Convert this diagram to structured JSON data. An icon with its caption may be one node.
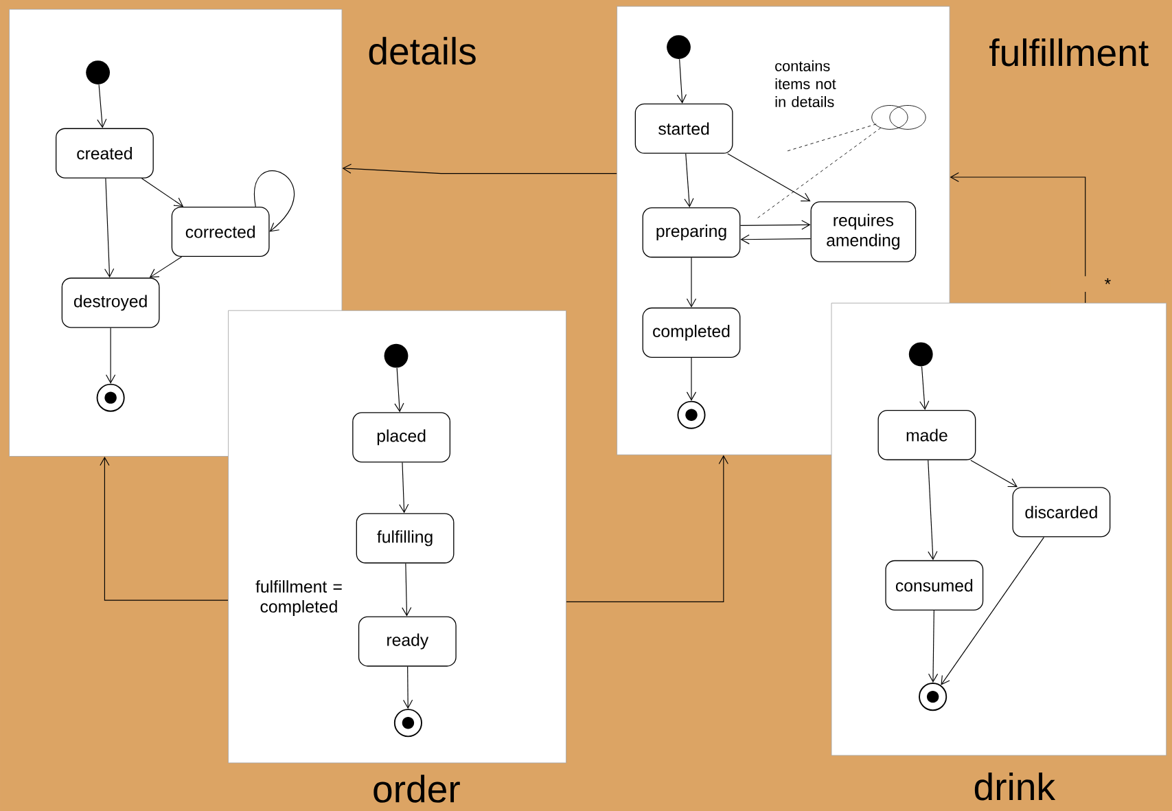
{
  "diagram": {
    "nodes": [
      {
        "text": [
          "details"
        ]
      },
      {
        "text": [],
        "shape": "dot",
        "in": 0
      },
      {
        "text": [
          "created"
        ],
        "in": 0
      },
      {
        "text": [
          "corrected"
        ],
        "in": 0
      },
      {
        "text": [
          "destroyed"
        ],
        "in": 0
      },
      {
        "text": [],
        "shape": "bullseye",
        "in": 0
      },
      {
        "text": [
          "fulfillment"
        ]
      },
      {
        "text": [],
        "shape": "dot",
        "in": 6
      },
      {
        "text": [
          "started"
        ],
        "in": 6
      },
      {
        "text": [
          "preparing"
        ],
        "in": 6
      },
      {
        "text": [
          "requires amending"
        ],
        "in": 6
      },
      {
        "text": [
          "completed"
        ],
        "in": 6
      },
      {
        "text": [],
        "shape": "bullseye",
        "in": 6
      },
      {
        "text": [
          "contains items not in details"
        ],
        "in": 6
      },
      {
        "text": [
          "order"
        ]
      },
      {
        "text": [],
        "shape": "dot",
        "in": 14
      },
      {
        "text": [
          "placed"
        ],
        "in": 14
      },
      {
        "text": [
          "fulfilling"
        ],
        "in": 14
      },
      {
        "text": [
          "ready"
        ],
        "in": 14
      },
      {
        "text": [],
        "shape": "bullseye",
        "in": 14
      },
      {
        "text": [
          "drink"
        ]
      },
      {
        "text": [],
        "shape": "dot"
      },
      {
        "text": [
          "made"
        ],
        "in": 20
      },
      {
        "text": [
          "discarded"
        ],
        "in": 20
      },
      {
        "text": [
          "consumed"
        ],
        "in": 20
      },
      {
        "text": [],
        "shape": "bullseye",
        "in": 20
      }
    ],
    "edges": [
      {
        "from": 1,
        "to": 2,
        "arrow": "to"
      },
      {
        "from": 2,
        "to": 3,
        "arrow": "to"
      },
      {
        "from": 3,
        "to": 3,
        "arrow": "to"
      },
      {
        "from": 2,
        "to": 4,
        "arrow": "to"
      },
      {
        "from": 3,
        "to": 4,
        "arrow": "to"
      },
      {
        "from": 4,
        "to": 5,
        "arrow": "to"
      },
      {
        "from": 7,
        "to": 8,
        "arrow": "to"
      },
      {
        "from": 8,
        "to": 9,
        "arrow": "to"
      },
      {
        "from": 8,
        "to": 10,
        "arrow": "to"
      },
      {
        "from": 9,
        "to": 10,
        "arrow": "to"
      },
      {
        "from": 10,
        "to": 9,
        "arrow": "to"
      },
      {
        "from": 9,
        "to": 11,
        "arrow": "to"
      },
      {
        "from": 11,
        "to": 12,
        "arrow": "to"
      },
      {
        "from": 13,
        "to": null,
        "arrow": "none",
        "style": "dashed"
      },
      {
        "from": 13,
        "to": null,
        "arrow": "none",
        "style": "dashed"
      },
      {
        "from": 15,
        "to": 16,
        "arrow": "to"
      },
      {
        "from": 16,
        "to": 17,
        "arrow": "to"
      },
      {
        "from": 17,
        "to": 18,
        "arrow": "to",
        "label": "fulfillment = completed"
      },
      {
        "from": 18,
        "to": 19,
        "arrow": "to"
      },
      {
        "from": 21,
        "to": 22,
        "arrow": "to"
      },
      {
        "from": 22,
        "to": 23,
        "arrow": "to"
      },
      {
        "from": 22,
        "to": 24,
        "arrow": "to"
      },
      {
        "from": 24,
        "to": 25,
        "arrow": "to"
      },
      {
        "from": 23,
        "to": 25,
        "arrow": "to"
      },
      {
        "from": 6,
        "to": 0,
        "arrow": "to"
      },
      {
        "from": 20,
        "to": 6,
        "arrow": "to",
        "label": "*"
      },
      {
        "from": 14,
        "to": 0,
        "arrow": "to"
      },
      {
        "from": 14,
        "to": 6,
        "arrow": "to"
      }
    ]
  }
}
